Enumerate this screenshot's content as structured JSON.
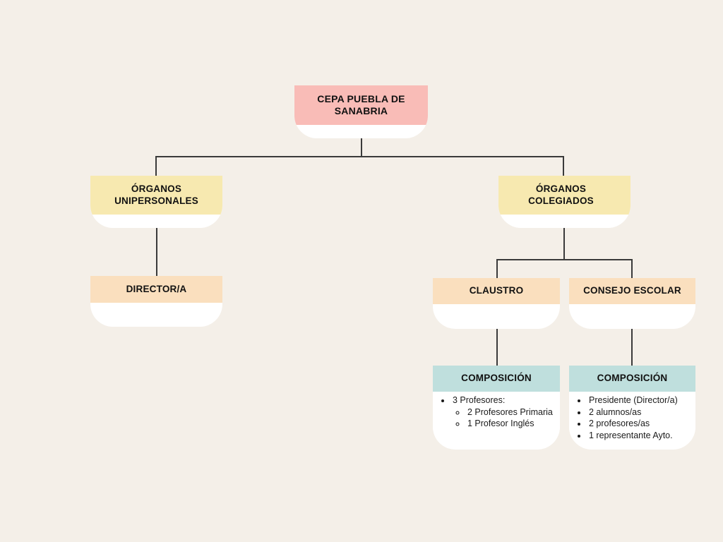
{
  "chart_data": {
    "type": "diagram",
    "title": "CEPA PUEBLA DE SANABRIA",
    "diagram_kind": "organizational-hierarchy-tree",
    "colors": {
      "background": "#f4efe8",
      "root_header": "#f9bcb7",
      "level2_header": "#f7e9b0",
      "level3_header": "#fadfbe",
      "composition_header": "#bfdfdd",
      "card_body": "#ffffff",
      "connector": "#3a3a3a",
      "text": "#111111"
    },
    "nodes": [
      {
        "id": "root",
        "label": "CEPA PUEBLA DE SANABRIA",
        "level": 0,
        "parent": null
      },
      {
        "id": "unipersonales",
        "label": "ÓRGANOS UNIPERSONALES",
        "level": 1,
        "parent": "root"
      },
      {
        "id": "colegiados",
        "label": "ÓRGANOS COLEGIADOS",
        "level": 1,
        "parent": "root"
      },
      {
        "id": "director",
        "label": "DIRECTOR/A",
        "level": 2,
        "parent": "unipersonales"
      },
      {
        "id": "claustro",
        "label": "CLAUSTRO",
        "level": 2,
        "parent": "colegiados"
      },
      {
        "id": "consejo",
        "label": "CONSEJO ESCOLAR",
        "level": 2,
        "parent": "colegiados"
      },
      {
        "id": "comp_claustro",
        "label": "COMPOSICIÓN",
        "level": 3,
        "parent": "claustro"
      },
      {
        "id": "comp_consejo",
        "label": "COMPOSICIÓN",
        "level": 3,
        "parent": "consejo"
      }
    ],
    "edges": [
      {
        "from": "root",
        "to": "unipersonales"
      },
      {
        "from": "root",
        "to": "colegiados"
      },
      {
        "from": "unipersonales",
        "to": "director"
      },
      {
        "from": "colegiados",
        "to": "claustro"
      },
      {
        "from": "colegiados",
        "to": "consejo"
      },
      {
        "from": "claustro",
        "to": "comp_claustro"
      },
      {
        "from": "consejo",
        "to": "comp_consejo"
      }
    ]
  },
  "root": {
    "title_line1": "CEPA PUEBLA DE",
    "title_line2": "SANABRIA"
  },
  "unipersonales": {
    "title_line1": "ÓRGANOS",
    "title_line2": "UNIPERSONALES"
  },
  "colegiados": {
    "title_line1": "ÓRGANOS",
    "title_line2": "COLEGIADOS"
  },
  "director": {
    "title": "DIRECTOR/A"
  },
  "claustro": {
    "title": "CLAUSTRO"
  },
  "consejo": {
    "title": "CONSEJO ESCOLAR"
  },
  "composicion_claustro": {
    "title": "COMPOSICIÓN",
    "items": [
      {
        "text": "3 Profesores:",
        "subitems": [
          "2 Profesores Primaria",
          "1 Profesor Inglés"
        ]
      }
    ]
  },
  "composicion_consejo": {
    "title": "COMPOSICIÓN",
    "items": [
      {
        "text": "Presidente (Director/a)"
      },
      {
        "text": "2 alumnos/as"
      },
      {
        "text": "2 profesores/as"
      },
      {
        "text": "1 representante Ayto."
      }
    ]
  }
}
